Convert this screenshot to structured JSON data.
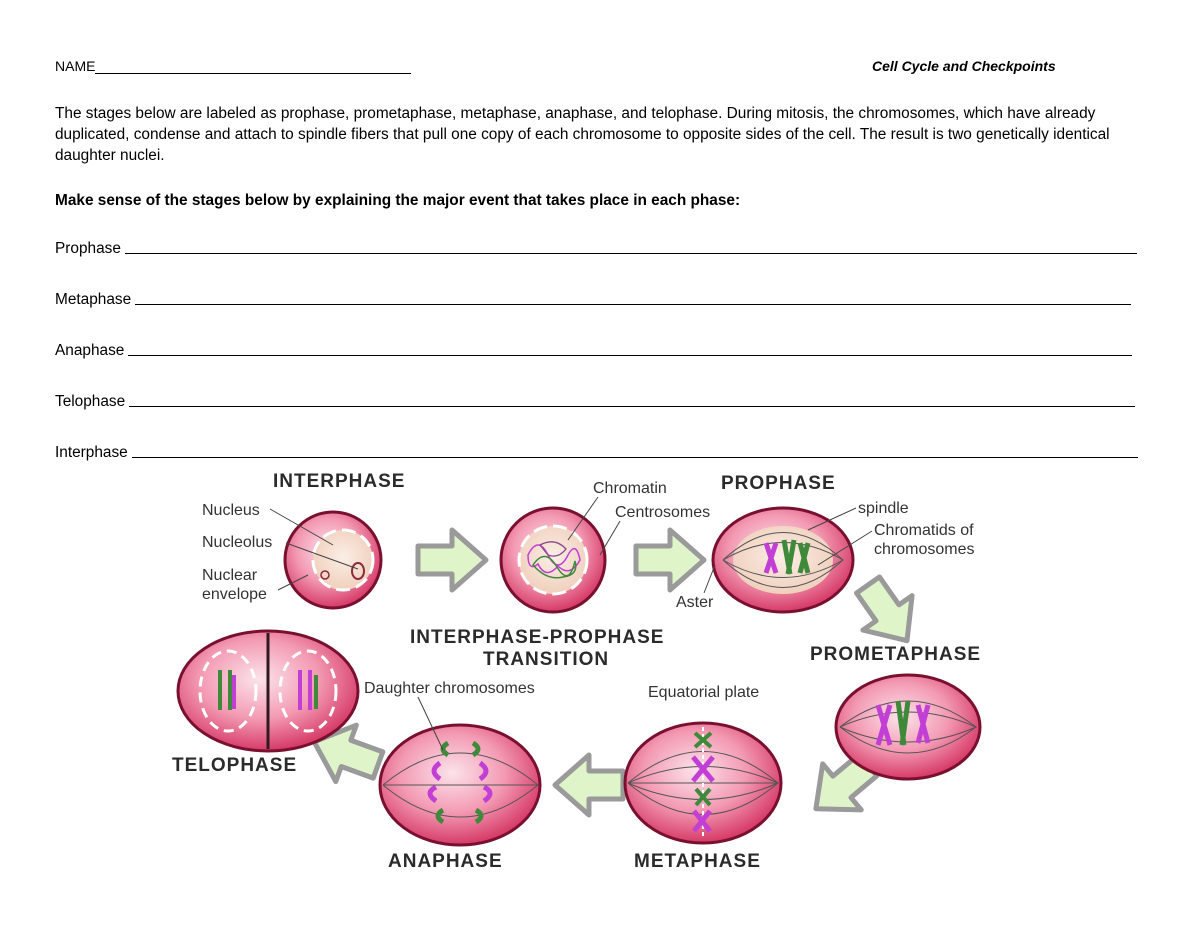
{
  "header": {
    "name_label": "NAME",
    "title": "Cell Cycle and Checkpoints"
  },
  "intro": "The stages below are labeled as prophase, prometaphase, metaphase, anaphase, and telophase. During mitosis, the chromosomes, which have already duplicated, condense and attach to spindle fibers that pull one copy of each chromosome to opposite sides of the cell. The result is two genetically identical daughter nuclei.",
  "instruction": "Make sense of the stages below by explaining the major event that takes place in each phase:",
  "questions": [
    {
      "label": "Prophase"
    },
    {
      "label": "Metaphase"
    },
    {
      "label": "Anaphase"
    },
    {
      "label": "Telophase"
    },
    {
      "label": "Interphase"
    }
  ],
  "diagram": {
    "stage_labels": {
      "interphase": "INTERPHASE",
      "transition_line1": "INTERPHASE-PROPHASE",
      "transition_line2": "TRANSITION",
      "prophase": "PROPHASE",
      "prometaphase": "PROMETAPHASE",
      "metaphase": "METAPHASE",
      "anaphase": "ANAPHASE",
      "telophase": "TELOPHASE"
    },
    "part_labels": {
      "nucleus": "Nucleus",
      "nucleolus": "Nucleolus",
      "nuclear_envelope_1": "Nuclear",
      "nuclear_envelope_2": "envelope",
      "chromatin": "Chromatin",
      "centrosomes": "Centrosomes",
      "aster": "Aster",
      "spindle": "spindle",
      "chromatids_1": "Chromatids of",
      "chromatids_2": "chromosomes",
      "daughter_chromosomes": "Daughter chromosomes",
      "equatorial_plate": "Equatorial plate"
    },
    "colors": {
      "cell_outer": "#7a1030",
      "cell_fill": "#e8557d",
      "cell_light": "#f7c6d4",
      "nucleus_fill": "#f3d6c6",
      "arrow_fill": "#dff5c9",
      "arrow_stroke": "#9a9a9a",
      "chromosome_purple": "#c23fd6",
      "chromosome_green": "#3f8a3a"
    }
  }
}
